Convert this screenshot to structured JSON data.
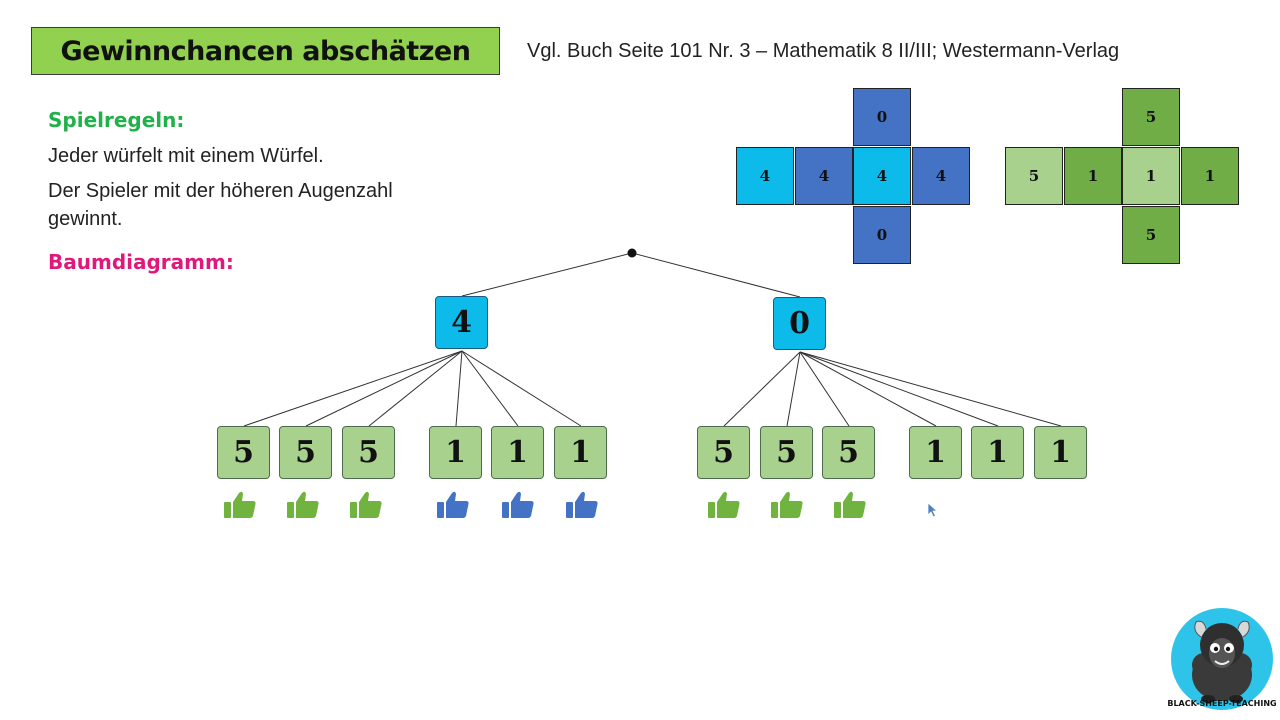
{
  "title": "Gewinnchancen abschätzen",
  "reference": "Vgl. Buch Seite 101 Nr. 3 – Mathematik 8 II/III; Westermann-Verlag",
  "rules": {
    "heading": "Spielregeln:",
    "line1": "Jeder würfelt mit einem Würfel.",
    "line2": "Der Spieler mit der höheren Augenzahl",
    "line3": "gewinnt."
  },
  "tree_heading": "Baumdiagramm:",
  "die_nets": {
    "blue": {
      "top": "0",
      "row": [
        "4",
        "4",
        "4",
        "4"
      ],
      "bottom": "0"
    },
    "green": {
      "top": "5",
      "row": [
        "5",
        "1",
        "1",
        "1"
      ],
      "bottom": "5"
    }
  },
  "tree": {
    "level1": [
      "4",
      "0"
    ],
    "level2_left": [
      "5",
      "5",
      "5",
      "1",
      "1",
      "1"
    ],
    "level2_right": [
      "5",
      "5",
      "5",
      "1",
      "1",
      "1"
    ],
    "markers_left": [
      "thumb-up-green",
      "thumb-up-green",
      "thumb-up-green",
      "thumb-up-blue",
      "thumb-up-blue",
      "thumb-up-blue"
    ],
    "markers_right": [
      "thumb-up-green",
      "thumb-up-green",
      "thumb-up-green"
    ]
  },
  "colors": {
    "title_bg": "#92d050",
    "blue_die": "#4472c4",
    "blue_die_light": "#0cbbea",
    "green_die": "#70ad47",
    "green_die_light": "#a9d18e",
    "thumb_green": "#70b33f",
    "thumb_blue": "#4472c4",
    "heading_green": "#22b04a",
    "heading_pink": "#e0187a"
  },
  "logo_text": "BLACK-SHEEP-TEACHING"
}
